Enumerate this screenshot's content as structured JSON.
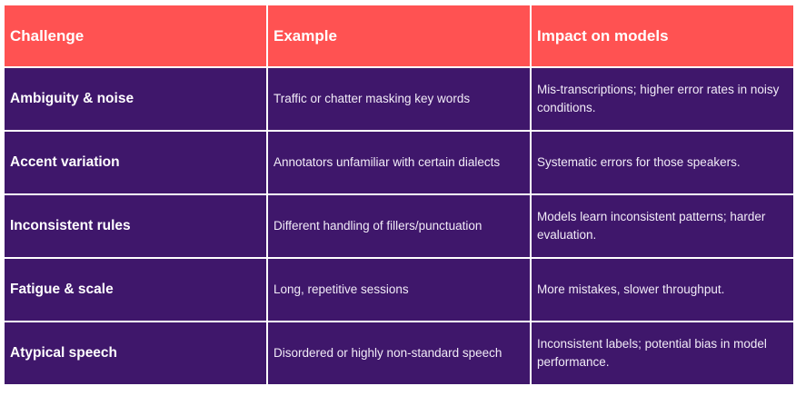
{
  "header": {
    "challenge": "Challenge",
    "example": "Example",
    "impact": "Impact on models"
  },
  "rows": [
    {
      "challenge": "Ambiguity & noise",
      "example": "Traffic or chatter masking key words",
      "impact": "Mis-transcriptions; higher error rates in noisy conditions."
    },
    {
      "challenge": "Accent variation",
      "example": "Annotators unfamiliar with certain dialects",
      "impact": "Systematic errors for those speakers."
    },
    {
      "challenge": "Inconsistent rules",
      "example": "Different handling of fillers/punctuation",
      "impact": "Models learn inconsistent patterns; harder evaluation."
    },
    {
      "challenge": "Fatigue & scale",
      "example": "Long, repetitive sessions",
      "impact": "More mistakes, slower throughput."
    },
    {
      "challenge": "Atypical speech",
      "example": "Disordered or highly non-standard speech",
      "impact": "Inconsistent labels; potential bias in model performance."
    }
  ],
  "colors": {
    "header_bg": "#ff5252",
    "body_bg": "#3f176b",
    "border": "#ffffff"
  }
}
